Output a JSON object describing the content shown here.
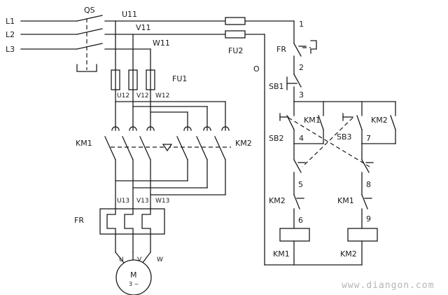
{
  "labels": {
    "L1": "L1",
    "L2": "L2",
    "L3": "L3",
    "QS": "QS",
    "U11": "U11",
    "V11": "V11",
    "W11": "W11",
    "FU1": "FU1",
    "FU2": "FU2",
    "U12": "U12",
    "V12": "V12",
    "W12": "W12",
    "KM1_main": "KM1",
    "KM2_main": "KM2",
    "U13": "U13",
    "V13": "V13",
    "W13": "W13",
    "FR_main": "FR",
    "U": "U",
    "V": "V",
    "W": "W",
    "M": "M",
    "M3": "3 ~",
    "n1": "1",
    "FR_ctrl": "FR",
    "n2": "2",
    "SB1": "SB1",
    "n3": "3",
    "O": "O",
    "SB2": "SB2",
    "KM1_aux": "KM1",
    "n4": "4",
    "SB3": "SB3",
    "n7": "7",
    "KM2_aux": "KM2",
    "n5": "5",
    "n8": "8",
    "KM2_il": "KM2",
    "KM1_il": "KM1",
    "n6": "6",
    "n9": "9",
    "KM1_coil": "KM1",
    "KM2_coil": "KM2",
    "watermark": "www.diangon.com"
  }
}
